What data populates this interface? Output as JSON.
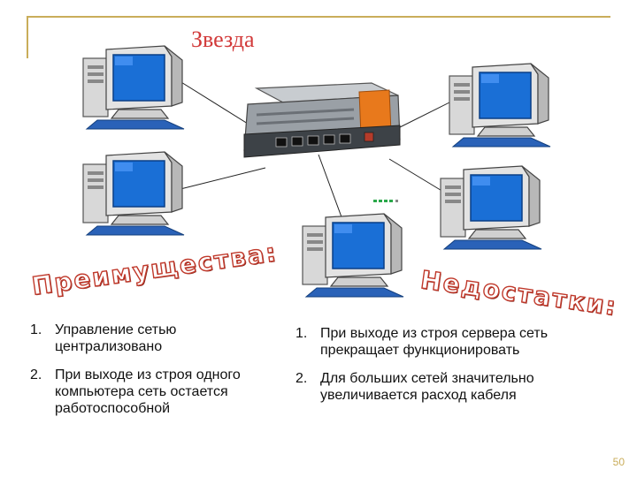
{
  "title": "Звезда",
  "advantages": {
    "heading": "Преимущества:",
    "items": [
      {
        "num": "1.",
        "text": "Управление сетью централизовано"
      },
      {
        "num": "2.",
        "text": "При выходе из строя одного компьютера сеть остается работоспособной"
      }
    ]
  },
  "disadvantages": {
    "heading": "Недостатки:",
    "items": [
      {
        "num": "1.",
        "text": "При выходе из строя сервера сеть прекращает функционировать"
      },
      {
        "num": "2.",
        "text": "Для больших сетей значительно увеличивается расход кабеля"
      }
    ]
  },
  "page_number": "50",
  "colors": {
    "title": "#d23a3a",
    "heading_outline": "#c0392b",
    "frame": "#c9ad5a",
    "monitor_screen": "#1a6fd6",
    "switch_body": "#9aa0a6",
    "switch_accent": "#e8791c"
  },
  "diagram": {
    "center": "network-switch",
    "nodes": [
      "computer",
      "computer",
      "computer",
      "computer",
      "computer"
    ]
  }
}
